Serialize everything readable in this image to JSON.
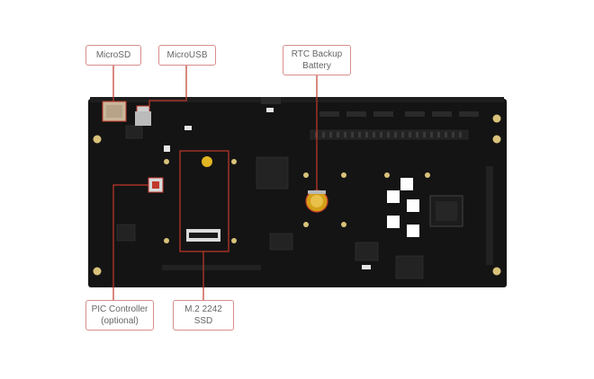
{
  "callouts": {
    "microsd": "MicroSD",
    "microusb": "MicroUSB",
    "rtc_line1": "RTC Backup",
    "rtc_line2": "Battery",
    "pic_line1": "PIC Controller",
    "pic_line2": "(optional)",
    "m2_line1": "M.2 2242",
    "m2_line2": "SSD"
  },
  "colors": {
    "board": "#111111",
    "accent": "#c0392b",
    "callout_border": "#d98c8c",
    "callout_text": "#666666",
    "battery": "#d4a017"
  }
}
